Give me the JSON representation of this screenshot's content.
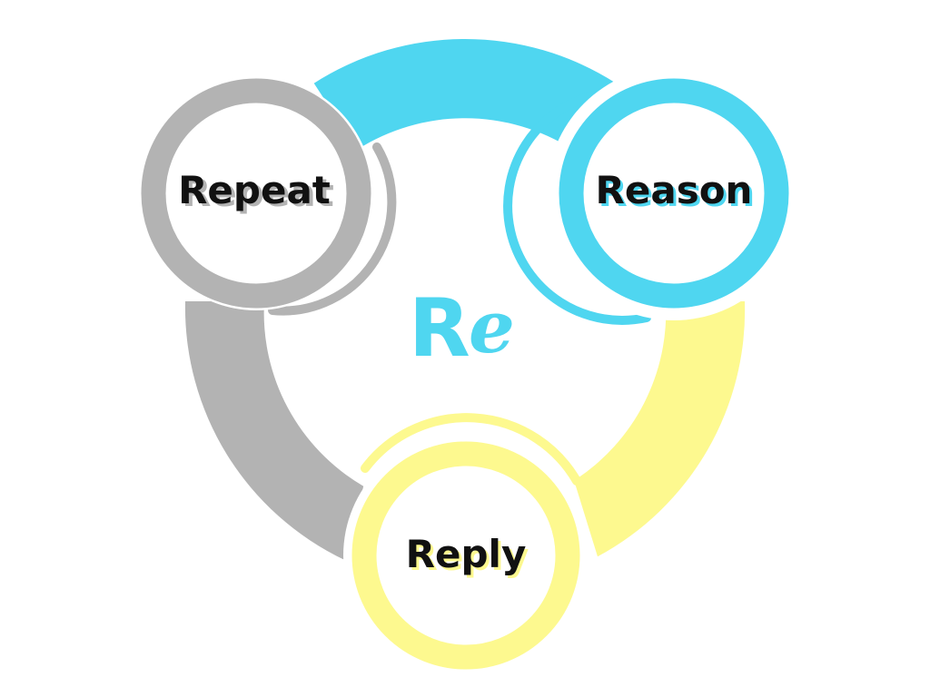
{
  "colors": {
    "background": "#ffffff",
    "cyan": "#4fd6f0",
    "gray": "#b3b3b3",
    "yellow": "#fdf98f",
    "label_text": "#111111"
  },
  "center": {
    "text_R": "R",
    "text_e": "e"
  },
  "nodes": [
    {
      "label": "Repeat",
      "color": "#b3b3b3",
      "shadow": "#b3b3b3"
    },
    {
      "label": "Reason",
      "color": "#4fd6f0",
      "shadow": "#4fd6f0"
    },
    {
      "label": "Reply",
      "color": "#fdf98f",
      "shadow": "#fdf98f"
    }
  ]
}
